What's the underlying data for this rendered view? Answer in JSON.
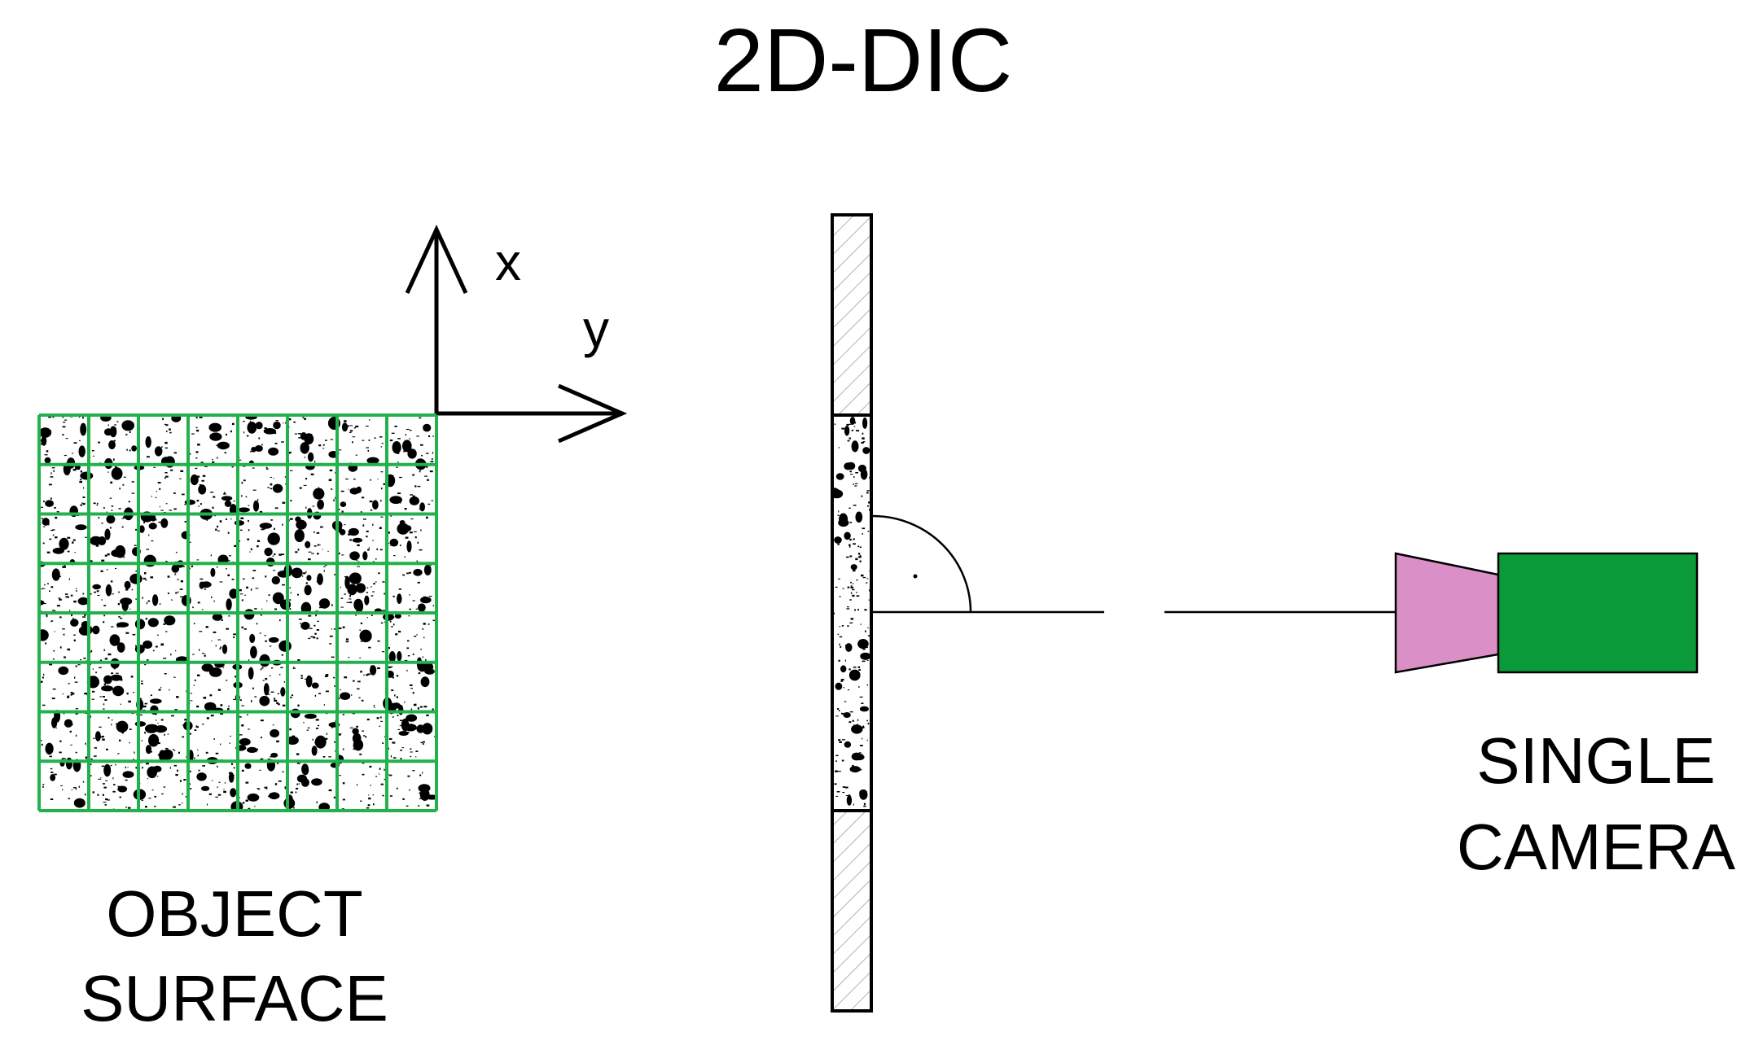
{
  "title": "2D-DIC",
  "axes": {
    "x_label": "x",
    "y_label": "y"
  },
  "object_surface": {
    "label_line1": "OBJECT",
    "label_line2": "SURFACE",
    "grid_rows": 8,
    "grid_cols": 8,
    "grid_color": "#22b14c",
    "speckle_color": "#000000"
  },
  "camera": {
    "label_line1": "SINGLE",
    "label_line2": "CAMERA",
    "body_color": "#0b9a3a",
    "lens_color": "#da8fc6"
  }
}
